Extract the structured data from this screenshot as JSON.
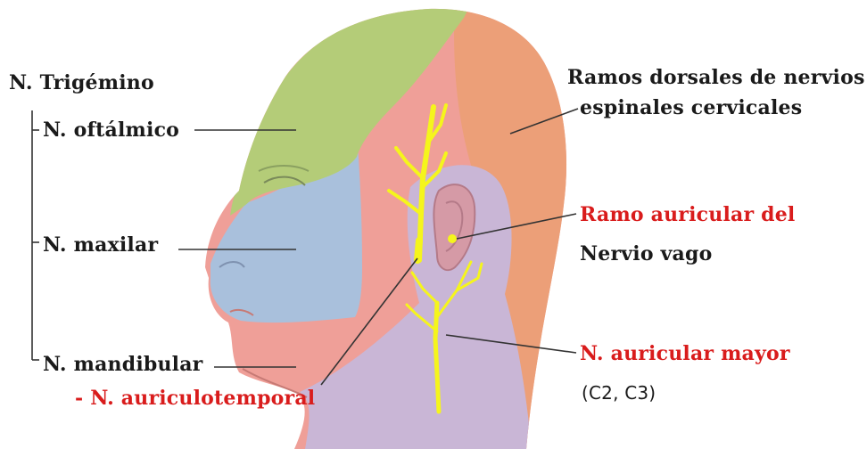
{
  "labels": {
    "trigemino": "N. Trigémino",
    "oftalmico": "N. oftálmico",
    "maxilar": "N. maxilar",
    "mandibular": "N. mandibular",
    "auriculotemporal": "- N. auriculotemporal",
    "dorsales_1": "Ramos dorsales de nervios",
    "dorsales_2": "espinales cervicales",
    "auricular_vago_1": "Ramo auricular del",
    "auricular_vago_2": "Nervio vago",
    "auricular_mayor": "N. auricular mayor",
    "auricular_mayor_roots": "(C2, C3)"
  },
  "colors": {
    "ophthalmic_region": "#b4cc78",
    "maxillary_region": "#a9c0dc",
    "mandibular_region": "#ef9f98",
    "cervical_dorsal_region": "#ec9f78",
    "great_auricular_region": "#c9b6d6",
    "nerve": "#f5f51c",
    "label_red": "#d91c1c",
    "label_dark": "#1a1a1a"
  },
  "icons": {
    "head": "head-dermatome-illustration",
    "nerve": "nerve-branch-illustration"
  }
}
